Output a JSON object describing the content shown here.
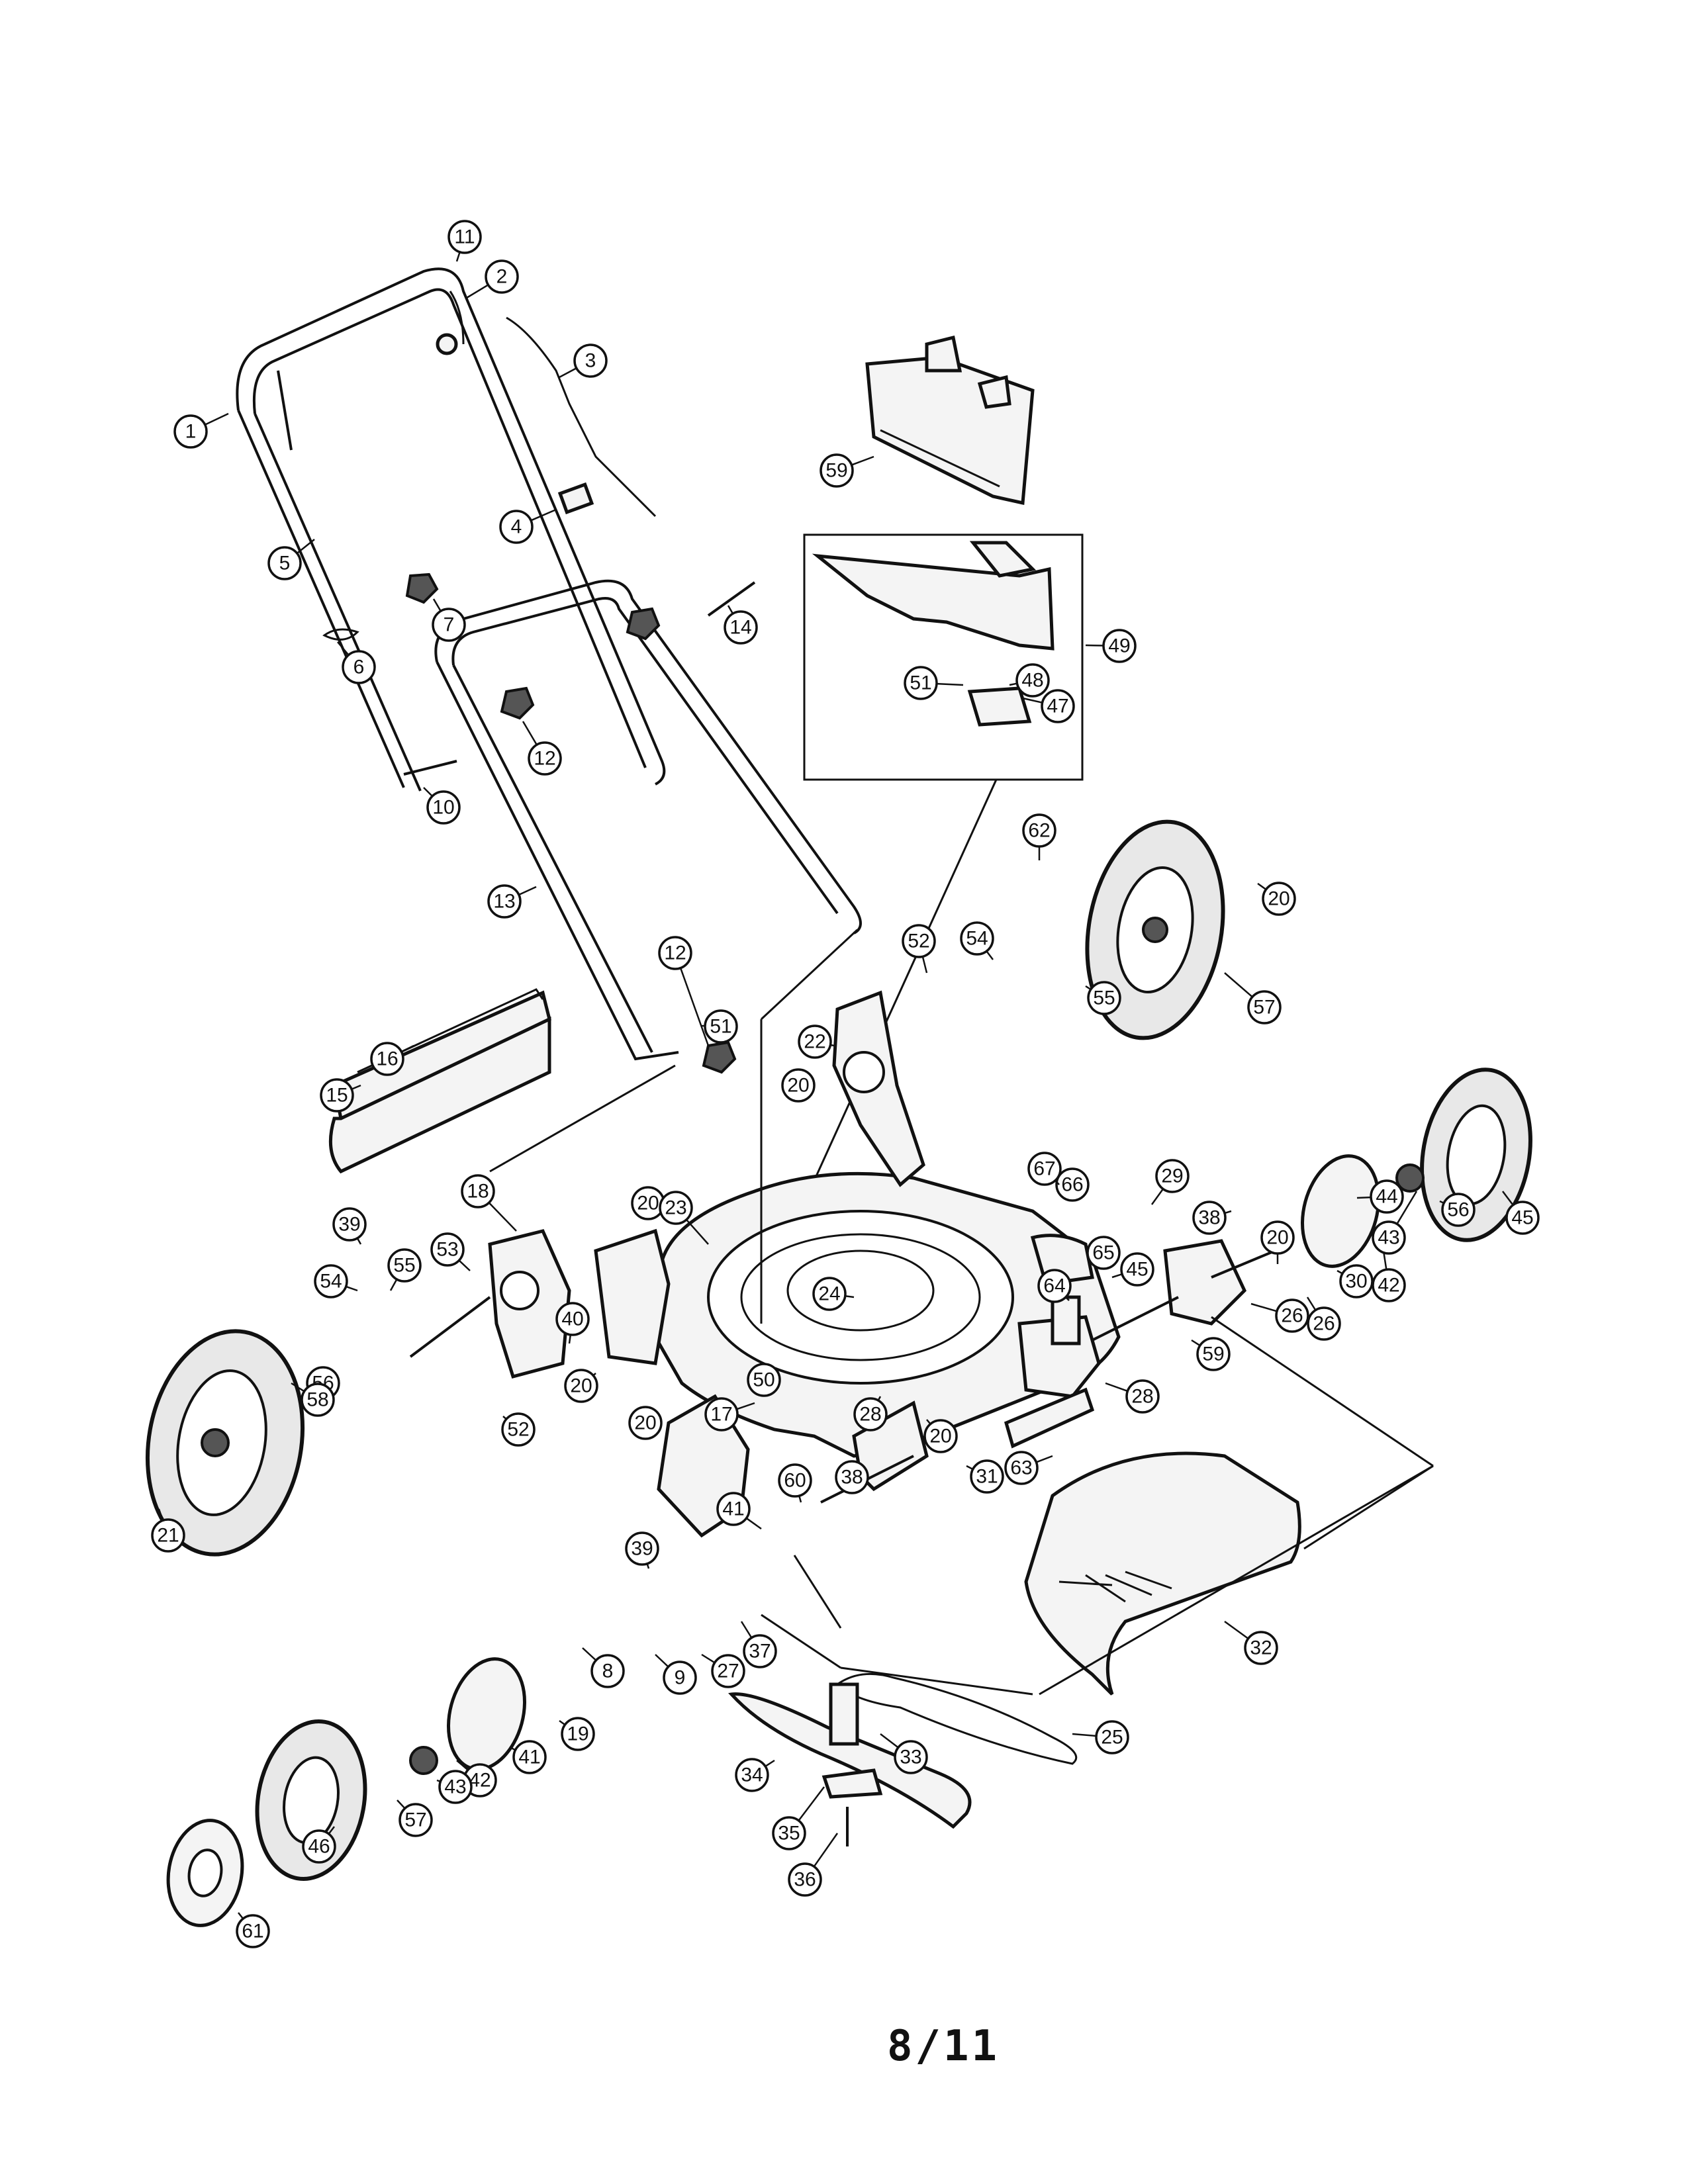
{
  "page_number": "8/11",
  "callouts": [
    {
      "label": "1"
    },
    {
      "label": "2"
    },
    {
      "label": "3"
    },
    {
      "label": "4"
    },
    {
      "label": "5"
    },
    {
      "label": "6"
    },
    {
      "label": "7"
    },
    {
      "label": "8"
    },
    {
      "label": "9"
    },
    {
      "label": "10"
    },
    {
      "label": "11"
    },
    {
      "label": "12"
    },
    {
      "label": "12"
    },
    {
      "label": "13"
    },
    {
      "label": "14"
    },
    {
      "label": "15"
    },
    {
      "label": "16"
    },
    {
      "label": "17"
    },
    {
      "label": "18"
    },
    {
      "label": "19"
    },
    {
      "label": "20"
    },
    {
      "label": "20"
    },
    {
      "label": "20"
    },
    {
      "label": "20"
    },
    {
      "label": "20"
    },
    {
      "label": "20"
    },
    {
      "label": "20"
    },
    {
      "label": "21"
    },
    {
      "label": "22"
    },
    {
      "label": "23"
    },
    {
      "label": "24"
    },
    {
      "label": "25"
    },
    {
      "label": "26"
    },
    {
      "label": "26"
    },
    {
      "label": "27"
    },
    {
      "label": "28"
    },
    {
      "label": "28"
    },
    {
      "label": "29"
    },
    {
      "label": "30"
    },
    {
      "label": "31"
    },
    {
      "label": "32"
    },
    {
      "label": "33"
    },
    {
      "label": "34"
    },
    {
      "label": "35"
    },
    {
      "label": "36"
    },
    {
      "label": "37"
    },
    {
      "label": "38"
    },
    {
      "label": "38"
    },
    {
      "label": "39"
    },
    {
      "label": "39"
    },
    {
      "label": "40"
    },
    {
      "label": "41"
    },
    {
      "label": "41"
    },
    {
      "label": "42"
    },
    {
      "label": "42"
    },
    {
      "label": "43"
    },
    {
      "label": "43"
    },
    {
      "label": "44"
    },
    {
      "label": "45"
    },
    {
      "label": "45"
    },
    {
      "label": "46"
    },
    {
      "label": "47"
    },
    {
      "label": "48"
    },
    {
      "label": "49"
    },
    {
      "label": "50"
    },
    {
      "label": "51"
    },
    {
      "label": "51"
    },
    {
      "label": "52"
    },
    {
      "label": "52"
    },
    {
      "label": "53"
    },
    {
      "label": "54"
    },
    {
      "label": "54"
    },
    {
      "label": "55"
    },
    {
      "label": "55"
    },
    {
      "label": "56"
    },
    {
      "label": "56"
    },
    {
      "label": "57"
    },
    {
      "label": "57"
    },
    {
      "label": "58"
    },
    {
      "label": "59"
    },
    {
      "label": "59"
    },
    {
      "label": "60"
    },
    {
      "label": "61"
    },
    {
      "label": "62"
    },
    {
      "label": "63"
    },
    {
      "label": "64"
    },
    {
      "label": "65"
    },
    {
      "label": "66"
    },
    {
      "label": "67"
    }
  ]
}
